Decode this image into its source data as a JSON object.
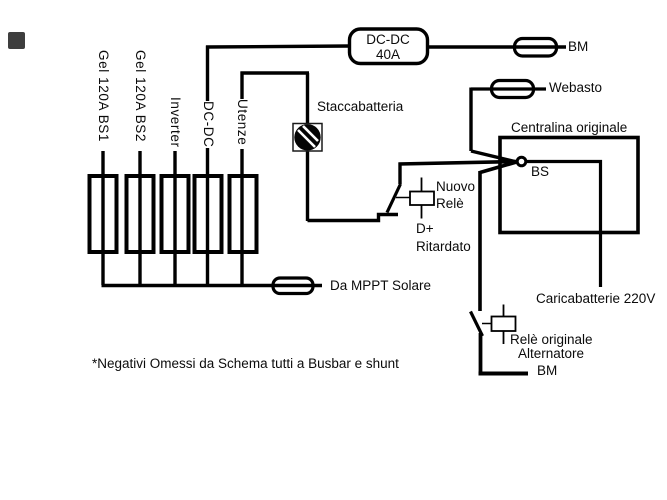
{
  "colors": {
    "line": "#000000",
    "background": "#ffffff",
    "knob": "#050505",
    "corner_square": "#3e3e3e"
  },
  "battery_columns": {
    "c1": "Gel 120A  BS1",
    "c2": "Gel 120A  BS2",
    "c3": "Inverter",
    "c4": "DC-DC",
    "c5": "Utenze"
  },
  "converter": {
    "line1": "DC-DC",
    "line2": "40A"
  },
  "labels": {
    "bm_top": "BM",
    "webasto": "Webasto",
    "staccabatteria": "Staccabatteria",
    "centralina": "Centralina originale",
    "bs": "BS",
    "nuovo_rele_line1": "Nuovo",
    "nuovo_rele_line2": "Relè",
    "dplus_line1": "D+",
    "dplus_line2": "Ritardato",
    "mppt": "Da MPPT Solare",
    "caricabatterie": "Caricabatterie 220V",
    "rele_originale_line1": "Relè originale",
    "rele_originale_line2": "Alternatore",
    "bm_bottom": "BM",
    "footnote": "*Negativi Omessi da Schema tutti a Busbar e shunt"
  }
}
